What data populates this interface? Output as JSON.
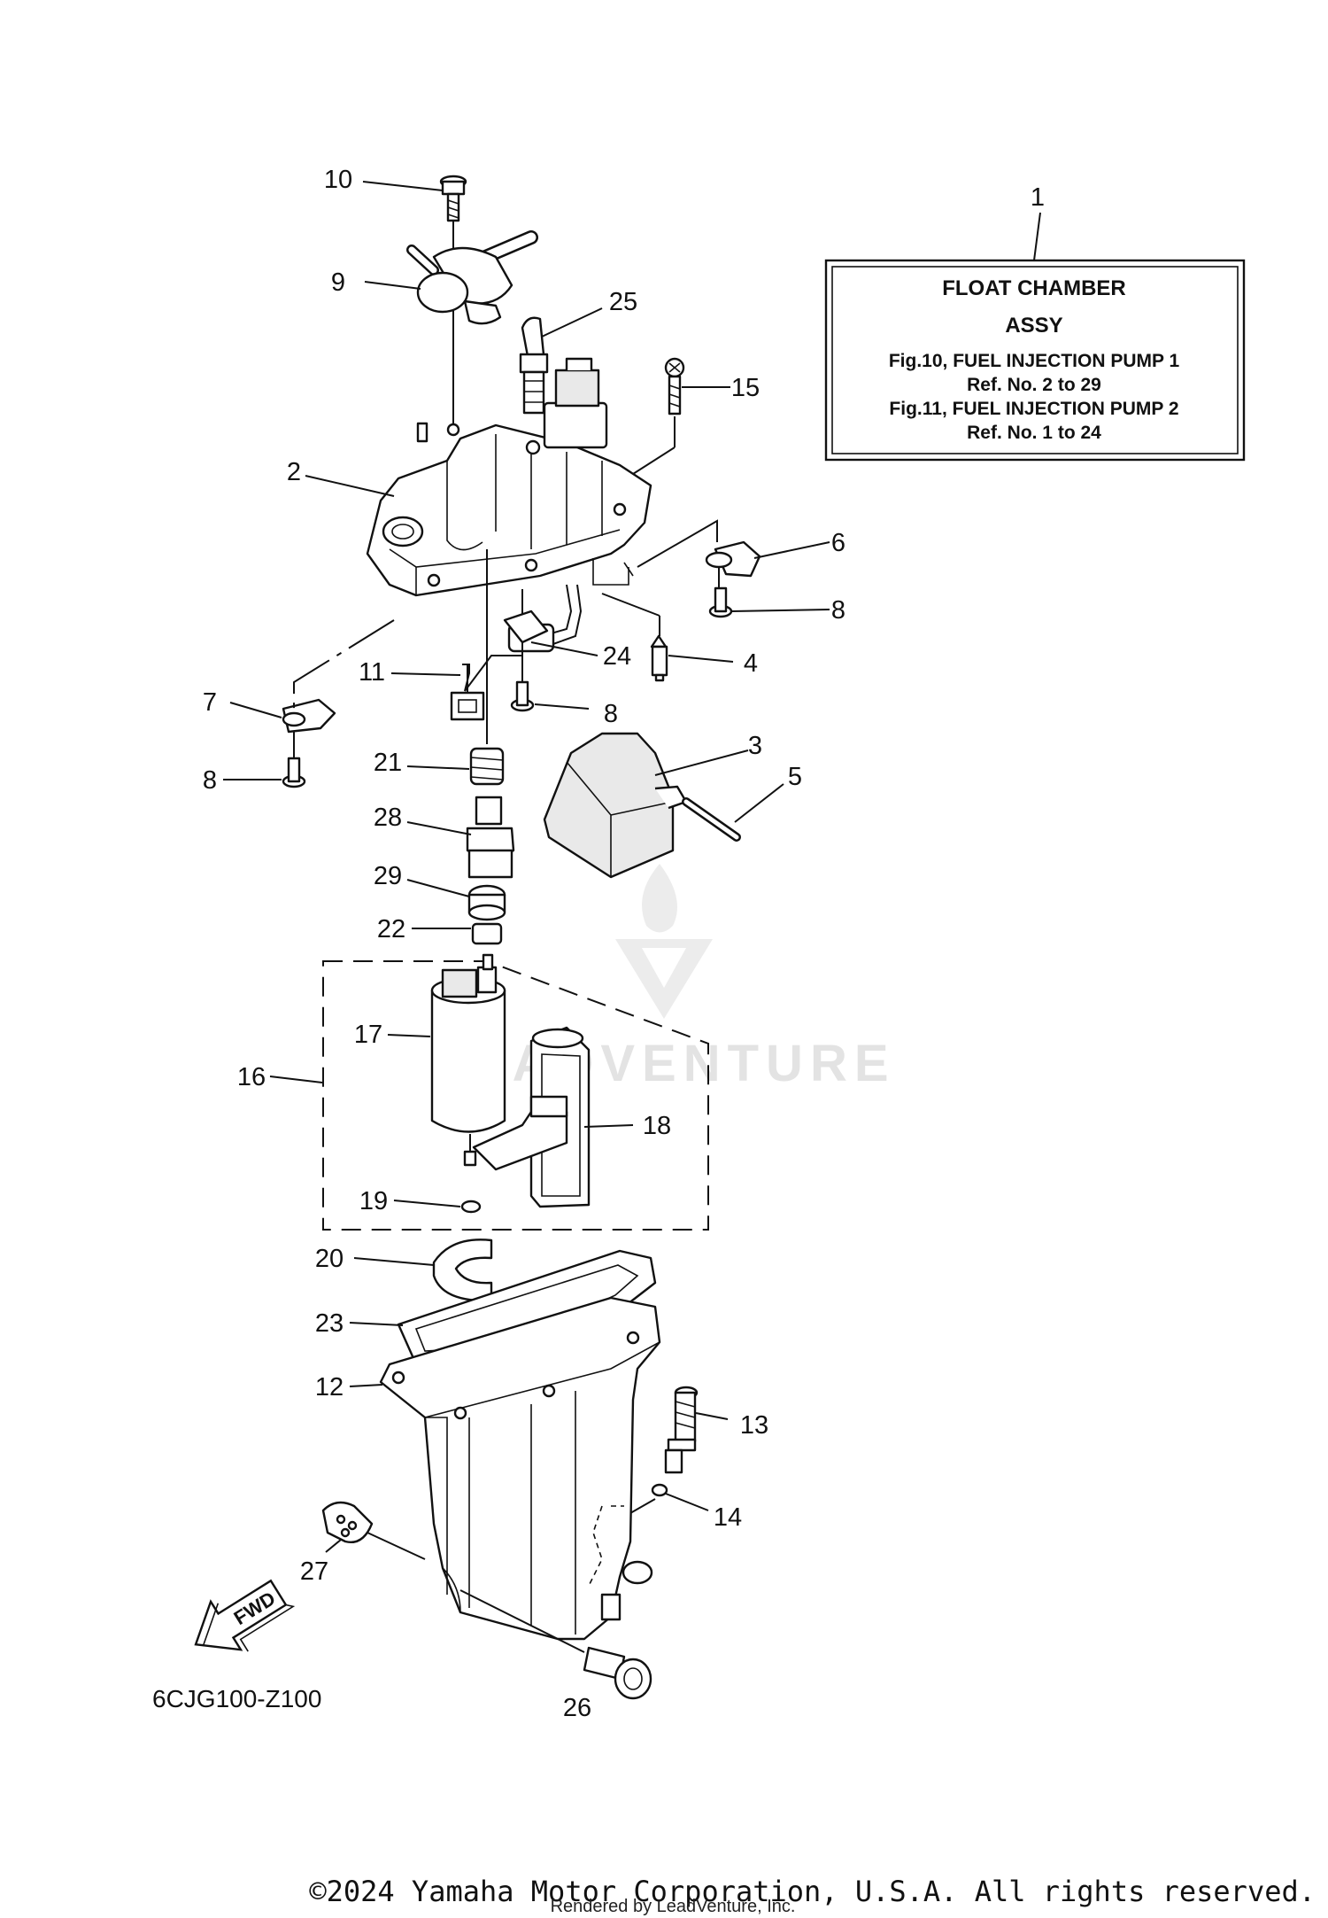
{
  "diagram_code": "6CJG100-Z100",
  "info_box": {
    "title_line1": "FLOAT CHAMBER",
    "title_line2": "ASSY",
    "line1": "Fig.10, FUEL INJECTION PUMP 1",
    "line2": "Ref. No. 2 to 29",
    "line3": "Fig.11, FUEL INJECTION PUMP 2",
    "line4": "Ref. No. 1 to 24"
  },
  "fwd_label": "FWD",
  "watermark": "LEADVENTURE",
  "copyright": "©2024 Yamaha Motor Corporation, U.S.A. All rights reserved.",
  "rendered_by": "Rendered by LeadVenture, Inc.",
  "callouts": {
    "c1": "1",
    "c2": "2",
    "c3": "3",
    "c4": "4",
    "c5": "5",
    "c6": "6",
    "c7": "7",
    "c8a": "8",
    "c8b": "8",
    "c8c": "8",
    "c9": "9",
    "c10": "10",
    "c11": "11",
    "c12": "12",
    "c13": "13",
    "c14": "14",
    "c15": "15",
    "c16": "16",
    "c17": "17",
    "c18": "18",
    "c19": "19",
    "c20": "20",
    "c21": "21",
    "c22": "22",
    "c23": "23",
    "c24": "24",
    "c25": "25",
    "c26": "26",
    "c27": "27",
    "c28": "28",
    "c29": "29"
  }
}
